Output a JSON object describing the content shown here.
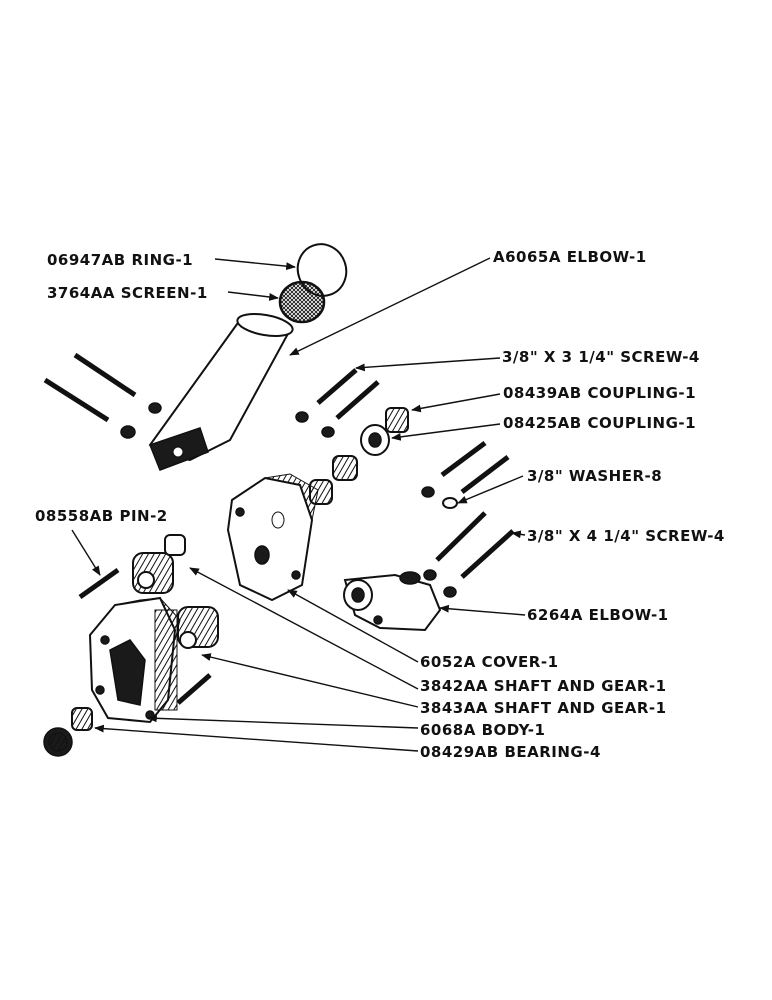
{
  "labels": {
    "ring": "06947AB RING-1",
    "screen": "3764AA SCREEN-1",
    "elbow_top": "A6065A ELBOW-1",
    "screen_short": "3/8\" X 3 1/4\" SCREW-4",
    "coupling1": "08439AB COUPLING-1",
    "coupling2": "08425AB COUPLING-1",
    "washer": "3/8\" WASHER-8",
    "pin": "08558AB PIN-2",
    "screw_long": "3/8\" X 4 1/4\" SCREW-4",
    "elbow_bottom": "6264A ELBOW-1",
    "cover": "6052A COVER-1",
    "shaft_gear1": "3842AA SHAFT AND GEAR-1",
    "shaft_gear2": "3843AA SHAFT AND GEAR-1",
    "body": "6068A BODY-1",
    "bearing": "08429AB BEARING-4"
  }
}
